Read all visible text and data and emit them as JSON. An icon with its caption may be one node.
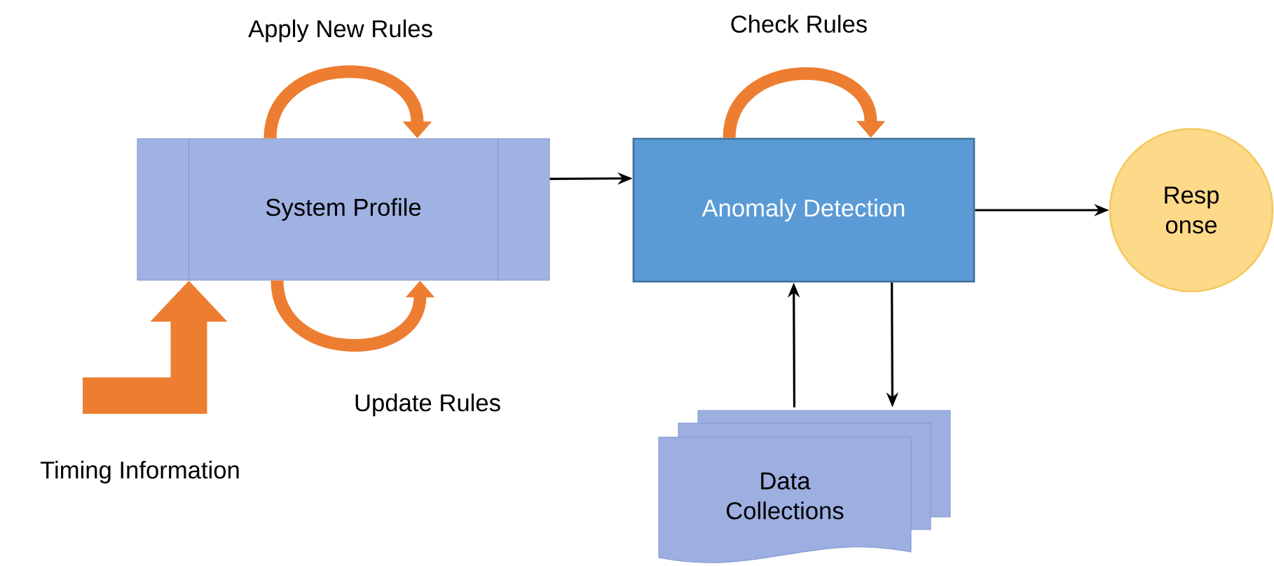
{
  "diagram": {
    "nodes": [
      {
        "text": [
          "System Profile"
        ]
      },
      {
        "text": [
          "Anomaly Detection"
        ]
      },
      {
        "text": [
          "Resp onse"
        ]
      },
      {
        "text": [
          "Data Collections"
        ]
      },
      {
        "text": [
          "Timing Information"
        ]
      }
    ],
    "edges": [
      {
        "from": 0,
        "to": 1,
        "arrow": "to"
      },
      {
        "from": 1,
        "to": 2,
        "arrow": "to"
      },
      {
        "from": 3,
        "to": 1,
        "arrow": "to"
      },
      {
        "from": 1,
        "to": 3,
        "arrow": "to"
      },
      {
        "from": 4,
        "to": 0,
        "arrow": "to",
        "style": "thick",
        "color": "#ed7d31"
      },
      {
        "from": 0,
        "to": 0,
        "arrow": "to",
        "label": "Apply New Rules",
        "style": "thick",
        "color": "#ed7d31"
      },
      {
        "from": 0,
        "to": 0,
        "arrow": "to",
        "label": "Update Rules",
        "style": "thick",
        "color": "#ed7d31"
      },
      {
        "from": 1,
        "to": 1,
        "arrow": "to",
        "label": "Check Rules",
        "style": "thick",
        "color": "#ed7d31"
      }
    ]
  }
}
